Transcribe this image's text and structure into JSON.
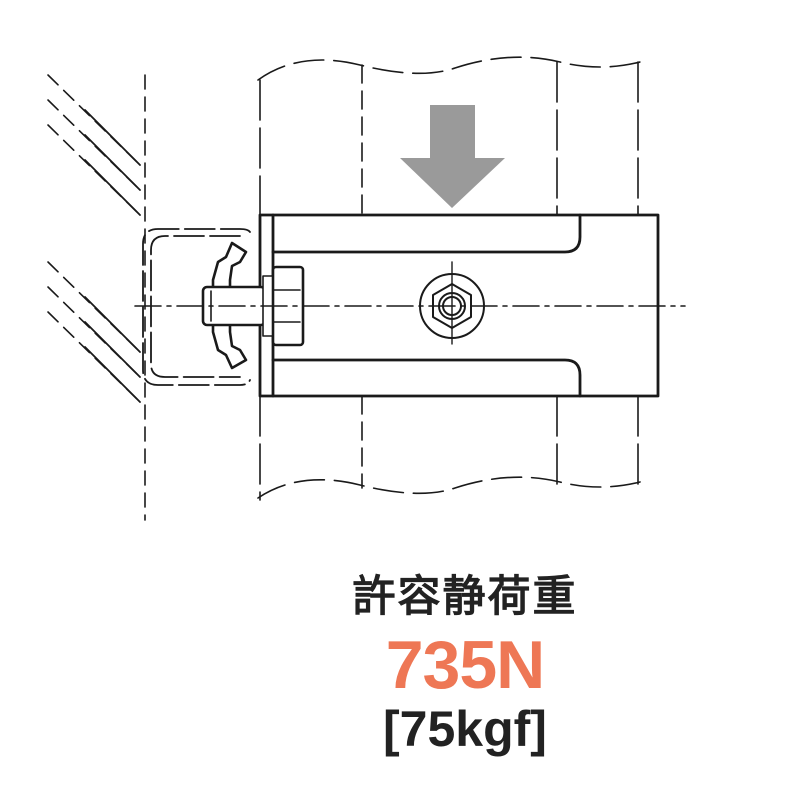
{
  "label": {
    "title": "許容静荷重",
    "load_n": "735N",
    "load_kgf": "[75kgf]"
  },
  "colors": {
    "accent": "#ee7755",
    "arrow": "#9a9a9a",
    "line": "#1a1a1a"
  },
  "icons": {
    "load_direction": "down-arrow-icon"
  }
}
